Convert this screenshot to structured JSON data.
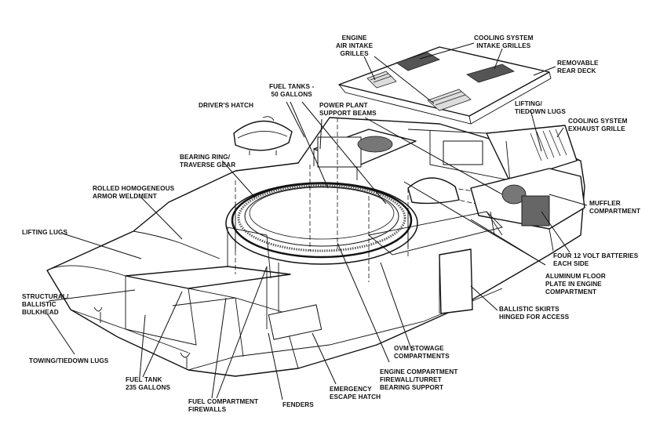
{
  "labels": {
    "engine_air_intake_grilles": "ENGINE\nAIR INTAKE\nGRILLES",
    "cooling_system_intake_grilles": "COOLING SYSTEM\nINTAKE GRILLES",
    "removable_rear_deck": "REMOVABLE\nREAR DECK",
    "fuel_tanks_50": "FUEL TANKS -\n50 GALLONS",
    "drivers_hatch": "DRIVER'S HATCH",
    "power_plant_support_beams": "POWER PLANT\nSUPPORT BEAMS",
    "lifting_tiedown_lugs": "LIFTING/\nTIEDOWN LUGS",
    "cooling_system_exhaust_grille": "COOLING SYSTEM\nEXHAUST GRILLE",
    "bearing_ring_traverse_gear": "BEARING RING/\nTRAVERSE GEAR",
    "rolled_homogeneous_armor": "ROLLED HOMOGENEOUS\nARMOR WELDMENT",
    "muffler_compartment": "MUFFLER\nCOMPARTMENT",
    "lifting_lugs": "LIFTING LUGS",
    "four_batteries": "FOUR 12 VOLT BATTERIES\nEACH SIDE",
    "aluminum_floor_plate": "ALUMINUM FLOOR\nPLATE IN ENGINE\nCOMPARTMENT",
    "structural_ballistic_bulkhead": "STRUCTURAL/\nBALLISTIC\nBULKHEAD",
    "ballistic_skirts": "BALLISTIC SKIRTS\nHINGED FOR ACCESS",
    "towing_tiedown_lugs": "TOWING/TIEDOWN LUGS",
    "ovm_stowage": "OVM STOWAGE\nCOMPARTMENTS",
    "fuel_tank_235": "FUEL TANK\n235 GALLONS",
    "engine_compartment_firewall": "ENGINE COMPARTMENT\nFIREWALL/TURRET\nBEARING SUPPORT",
    "fuel_compartment_firewalls": "FUEL COMPARTMENT\nFIREWALLS",
    "fenders": "FENDERS",
    "emergency_escape_hatch": "EMERGENCY\nESCAPE HATCH"
  }
}
